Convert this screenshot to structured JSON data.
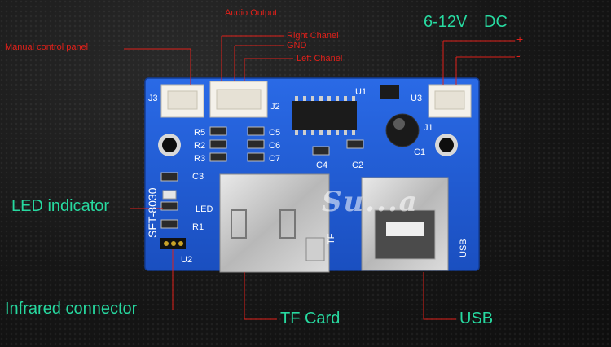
{
  "labels": {
    "audio_output": "Audio Output",
    "manual_control_panel": "Manual control panel",
    "right_chanel": "Right Chanel",
    "gnd": "GND",
    "left_chanel": "Left Chanel",
    "power_voltage": "6-12V",
    "power_type": "DC",
    "plus_sign": "+",
    "minus_sign": "-",
    "led_indicator": "LED indicator",
    "infrared_connector": "Infrared connector",
    "tf_card": "TF Card",
    "usb": "USB"
  },
  "board_silkscreen": {
    "j3": "J3",
    "j2": "J2",
    "j1": "J1",
    "u1": "U1",
    "u3": "U3",
    "r5": "R5",
    "r2": "R2",
    "r3": "R3",
    "r1": "R1",
    "c5": "C5",
    "c6": "C6",
    "c7": "C7",
    "c4": "C4",
    "c2": "C2",
    "c1": "C1",
    "c3": "C3",
    "led": "LED",
    "u2": "U2",
    "model": "SFT-8030",
    "tf": "TF",
    "usb": "USB"
  },
  "watermark": "Su...a",
  "colors": {
    "annotation_red": "#e0201a",
    "annotation_green": "#27d9a0",
    "pcb_blue": "#1f5fd6",
    "background": "#151515"
  }
}
